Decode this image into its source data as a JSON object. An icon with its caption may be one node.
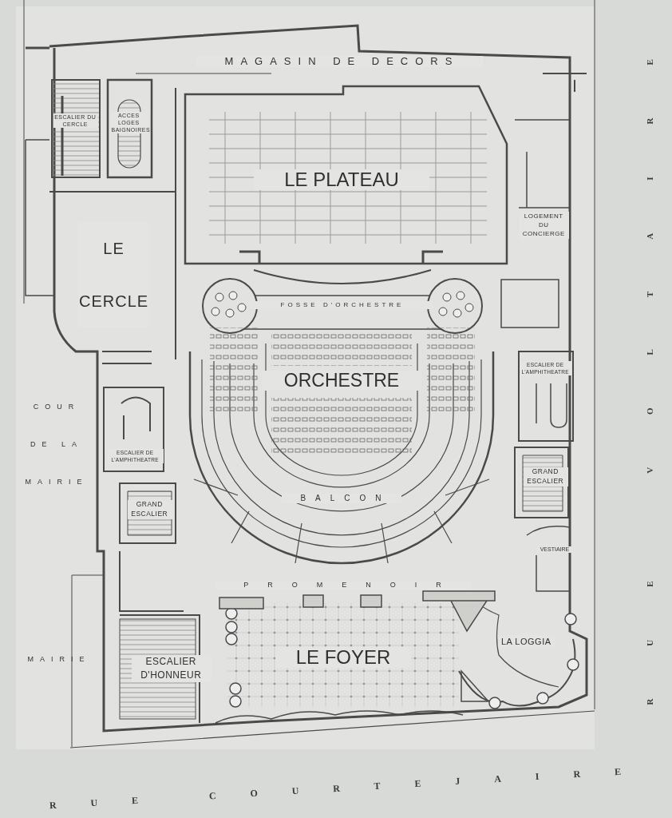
{
  "diagram": {
    "labels": [
      "MAGASIN DE DECORS",
      "ESCALIER DU CERCLE",
      "ACCES LOGES BAIGNOIRES",
      "LE PLATEAU",
      "LE CERCLE",
      "LOGEMENT DU CONCIERGE",
      "FOSSE D'ORCHESTRE",
      "ORCHESTRE",
      "ESCALIER DE L'AMPHITHEATRE",
      "COUR DE LA MAIRIE",
      "ESCALIER DE L'AMPHITHEATRE",
      "GRAND ESCALIER",
      "BALCON",
      "GRAND ESCALIER",
      "VESTIAIRE",
      "PROMENOIR",
      "LA LOGGIA",
      "MAIRIE",
      "LE FOYER",
      "ESCALIER D'HONNEUR",
      "RUE VOLTAIRE",
      "RUE COURTEJAIRE"
    ]
  }
}
